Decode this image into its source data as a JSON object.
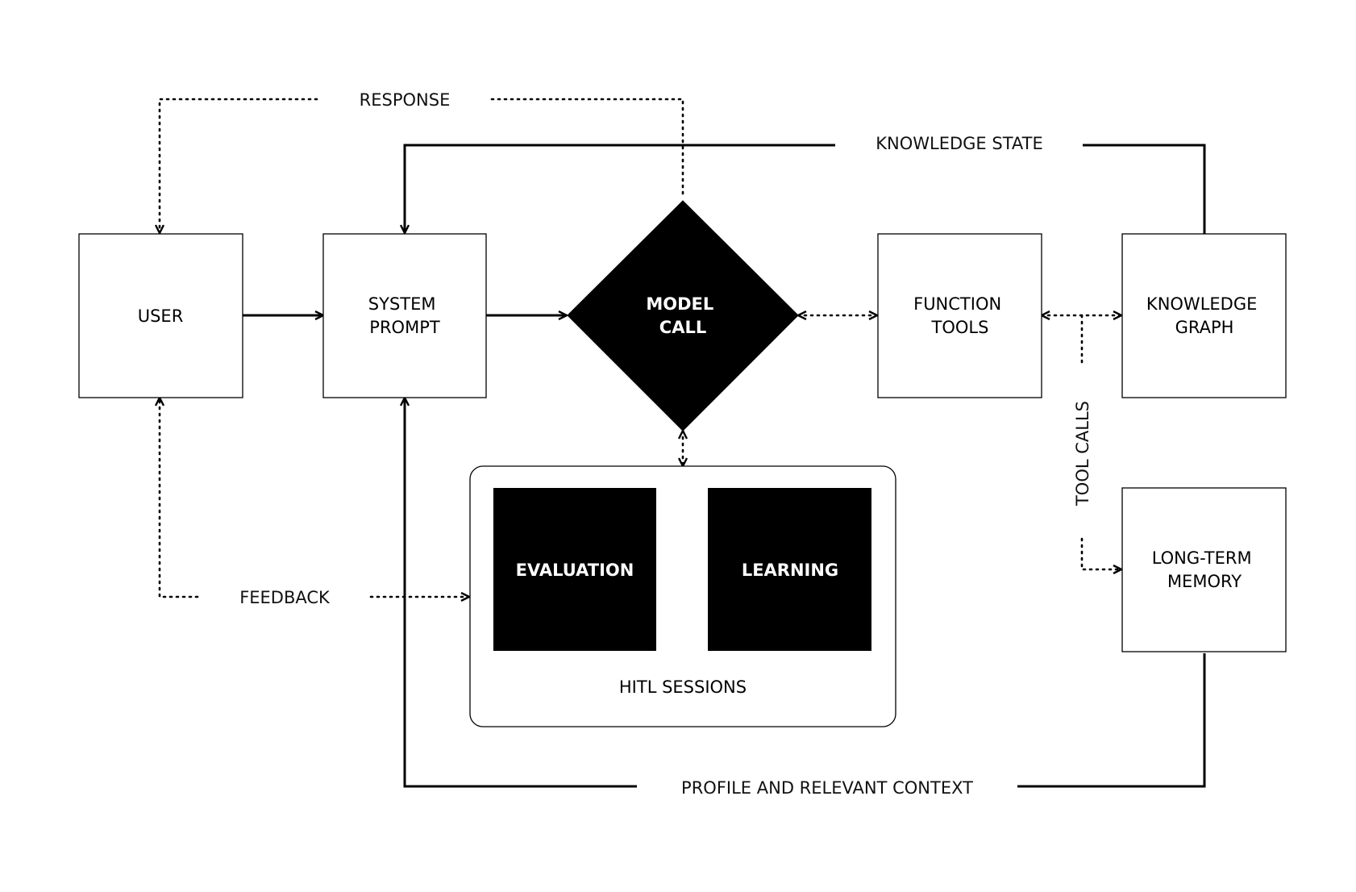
{
  "nodes": {
    "user": {
      "lines": [
        "USER"
      ]
    },
    "system_prompt": {
      "lines": [
        "SYSTEM",
        "PROMPT"
      ]
    },
    "model_call": {
      "lines": [
        "MODEL",
        "CALL"
      ]
    },
    "function_tools": {
      "lines": [
        "FUNCTION",
        "TOOLS"
      ]
    },
    "knowledge_graph": {
      "lines": [
        "KNOWLEDGE",
        "GRAPH"
      ]
    },
    "long_term_memory": {
      "lines": [
        "LONG-TERM",
        "MEMORY"
      ]
    },
    "evaluation": {
      "lines": [
        "EVALUATION"
      ]
    },
    "learning": {
      "lines": [
        "LEARNING"
      ]
    },
    "hitl_sessions": {
      "label": "HITL SESSIONS"
    }
  },
  "edge_labels": {
    "response": "RESPONSE",
    "knowledge_state": "KNOWLEDGE STATE",
    "feedback": "FEEDBACK",
    "tool_calls": "TOOL CALLS",
    "profile_context": "PROFILE AND RELEVANT CONTEXT"
  },
  "colors": {
    "ink": "#000000",
    "background": "#ffffff",
    "filled_node_text": "#ffffff"
  }
}
